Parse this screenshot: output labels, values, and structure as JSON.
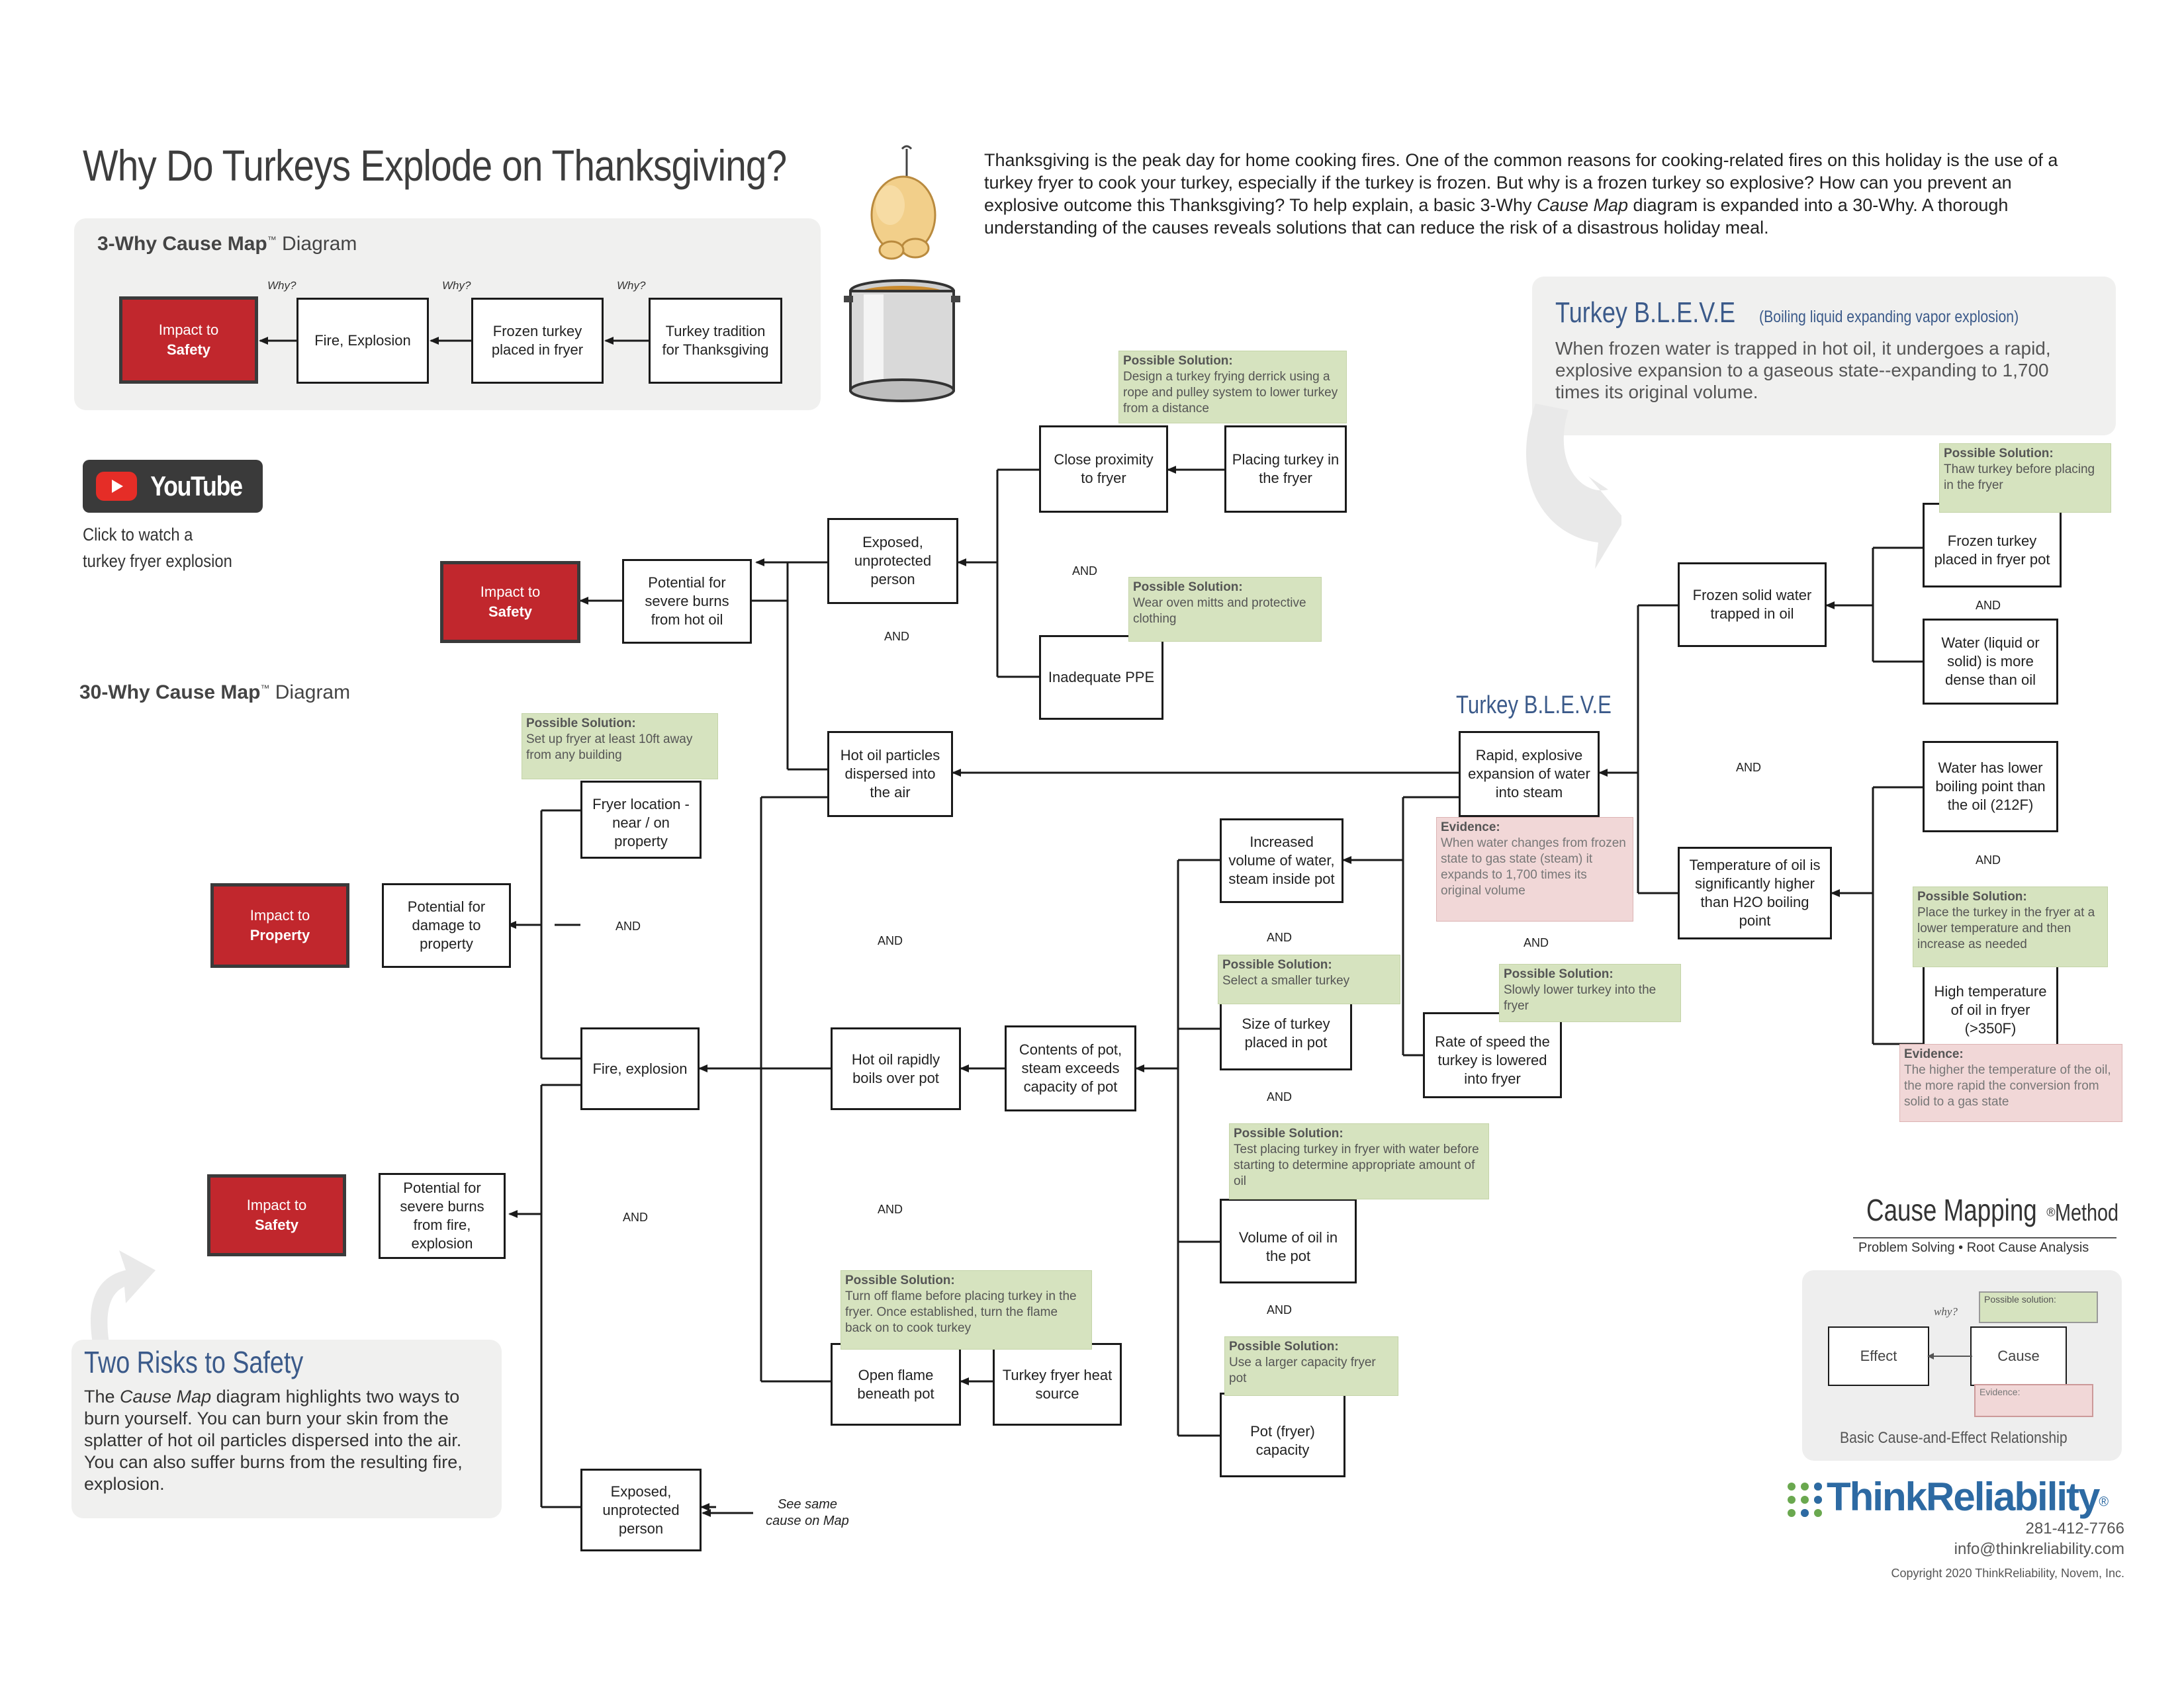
{
  "title": "Why Do Turkeys Explode on Thanksgiving?",
  "intro": {
    "p1": "Thanksgiving is the peak day for home cooking fires. One of the common reasons for cooking-related fires on this holiday is the use of a turkey fryer to cook your turkey, especially if the turkey is frozen. But why is a frozen turkey so explosive? How can you prevent an explosive outcome this Thanksgiving? To help explain, a basic 3-Why ",
    "italic": "Cause Map",
    "p2": " diagram is expanded into a 30-Why. A thorough understanding of the causes reveals solutions that can reduce the risk of a disastrous holiday meal."
  },
  "three_why": {
    "label": "3-Why Cause Map",
    "tm": "™",
    "suffix": " Diagram",
    "why": "Why?",
    "impact_line1": "Impact to",
    "impact_line2": "Safety",
    "box1": "Fire, Explosion",
    "box2": "Frozen turkey placed in fryer",
    "box3": "Turkey tradition for Thanksgiving"
  },
  "youtube": {
    "logo": "YouTube",
    "caption": "Click to watch a turkey fryer explosion"
  },
  "thirty_why": {
    "label": "30-Why Cause Map",
    "tm": "™",
    "suffix": " Diagram"
  },
  "bleve": {
    "title": "Turkey B.L.E.V.E",
    "subtitle": "(Boiling liquid expanding vapor explosion)",
    "text": "When frozen water is trapped in hot oil, it undergoes a rapid, explosive expansion to a gaseous state--expanding to 1,700 times its original volume.",
    "map_label": "Turkey B.L.E.V.E"
  },
  "impacts": {
    "safety1_l1": "Impact to",
    "safety1_l2": "Safety",
    "property_l1": "Impact to",
    "property_l2": "Property",
    "safety2_l1": "Impact to",
    "safety2_l2": "Safety"
  },
  "nodes": {
    "severe_burns_oil": "Potential for severe burns from hot oil",
    "exposed_person": "Exposed, unprotected person",
    "close_proximity": "Close proximity to fryer",
    "placing_turkey": "Placing turkey in the fryer",
    "inadequate_ppe": "Inadequate PPE",
    "hot_oil_particles": "Hot oil particles dispersed into the air",
    "fryer_location": "Fryer location - near / on property",
    "damage_property": "Potential for damage to property",
    "fire_explosion": "Fire, explosion",
    "severe_burns_fire": "Potential for severe burns from fire, explosion",
    "exposed_person2": "Exposed, unprotected person",
    "hot_oil_boils": "Hot oil rapidly boils over pot",
    "contents_exceeds": "Contents of pot, steam exceeds capacity of pot",
    "open_flame": "Open flame beneath pot",
    "heat_source": "Turkey fryer heat source",
    "increased_volume": "Increased volume of water, steam inside pot",
    "size_turkey": "Size of turkey placed in pot",
    "volume_oil": "Volume of oil in the pot",
    "pot_capacity": "Pot (fryer) capacity",
    "rapid_expansion": "Rapid, explosive expansion of water into steam",
    "rate_speed": "Rate of speed the turkey is lowered into fryer",
    "frozen_water": "Frozen solid water trapped in oil",
    "temp_oil": "Temperature of oil is significantly higher than H2O boiling point",
    "frozen_turkey_pot": "Frozen turkey placed in fryer pot",
    "water_dense": "Water (liquid or solid) is more dense than oil",
    "water_lower_bp": "Water has lower boiling point than the oil (212F)",
    "high_temp": "High temperature of oil in fryer (>350F)"
  },
  "and_label": "AND",
  "see_same": "See same cause on Map",
  "solutions": {
    "header": "Possible Solution:",
    "derrick": "Design a turkey frying derrick using a rope and pulley system to lower turkey from a distance",
    "mitts": "Wear oven mitts and protective clothing",
    "fryer10ft": "Set up fryer at least 10ft away from any building",
    "smaller": "Select a smaller turkey",
    "slowly": "Slowly lower turkey into the fryer",
    "test": "Test placing turkey in fryer with water before starting to determine appropriate amount of oil",
    "larger": "Use a larger capacity fryer pot",
    "flame": "Turn off flame before placing turkey in the fryer. Once established, turn the flame back on to cook turkey",
    "thaw": "Thaw turkey before placing in the fryer",
    "lower_temp": "Place the turkey in the fryer at a lower temperature and then increase as needed"
  },
  "evidence": {
    "header": "Evidence:",
    "steam": "When water changes from frozen state to gas state (steam) it expands to 1,700 times its original volume",
    "temp": "The higher the temperature of the oil, the more rapid the conversion from solid to a gas state"
  },
  "two_risks": {
    "title": "Two Risks to Safety",
    "t1": "The ",
    "italic": "Cause Map",
    "t2": " diagram highlights two ways to burn yourself. You can burn your skin from the splatter of hot oil particles dispersed into the air. You can also suffer burns from the resulting fire, explosion."
  },
  "method": {
    "title": "Cause Mapping",
    "reg": "®",
    "suffix": " Method",
    "sub": "Problem Solving • Root Cause Analysis",
    "why": "why?",
    "effect": "Effect",
    "cause": "Cause",
    "possible": "Possible solution:",
    "evidence": "Evidence:",
    "caption": "Basic Cause-and-Effect Relationship"
  },
  "company": {
    "name": "ThinkReliability",
    "reg": "®",
    "phone": "281-412-7766",
    "email": "info@thinkreliability.com",
    "copyright": "Copyright 2020 ThinkReliability, Novem, Inc."
  },
  "colors": {
    "impact_red": "#c1272d",
    "solution_green": "#d6e3bf",
    "evidence_pink": "#f1d7d7",
    "heading_blue": "#3b5a8a",
    "brand_green": "#6aa84f",
    "brand_blue": "#2d6aa3"
  }
}
